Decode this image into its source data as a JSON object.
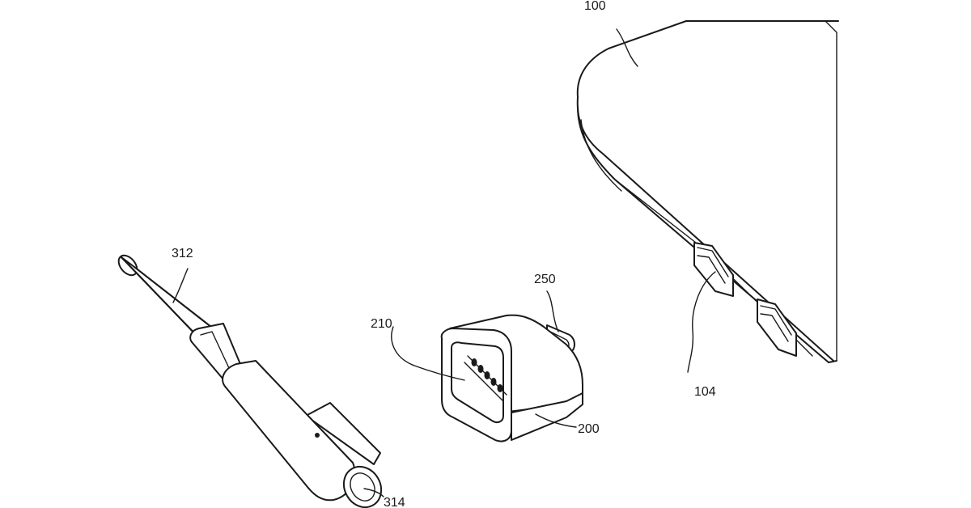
{
  "figure": {
    "labels": {
      "laptop": "100",
      "port": "104",
      "adapter_body": "200",
      "adapter_face": "210",
      "adapter_plug": "250",
      "cable": "312",
      "cable_tip": "314"
    },
    "colors": {
      "line": "#1a1a1a",
      "background": "#ffffff"
    }
  }
}
